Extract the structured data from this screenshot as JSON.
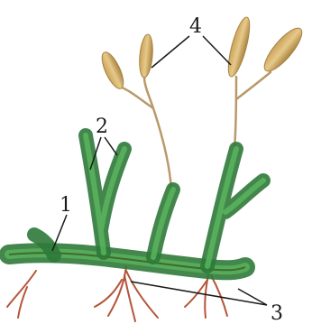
{
  "labels": {
    "main_stem": "1",
    "leafy_branches": "2",
    "roots": "3",
    "strobili": "4"
  },
  "colors": {
    "needle_dark": "#2f7a3a",
    "needle_light": "#5dbb5f",
    "stem": "#3e6b2e",
    "root": "#b5553a",
    "cone": "#d9b46a",
    "cone_dark": "#a9823f",
    "stalk": "#b89a6a",
    "leader_line": "#1a1a1a"
  }
}
